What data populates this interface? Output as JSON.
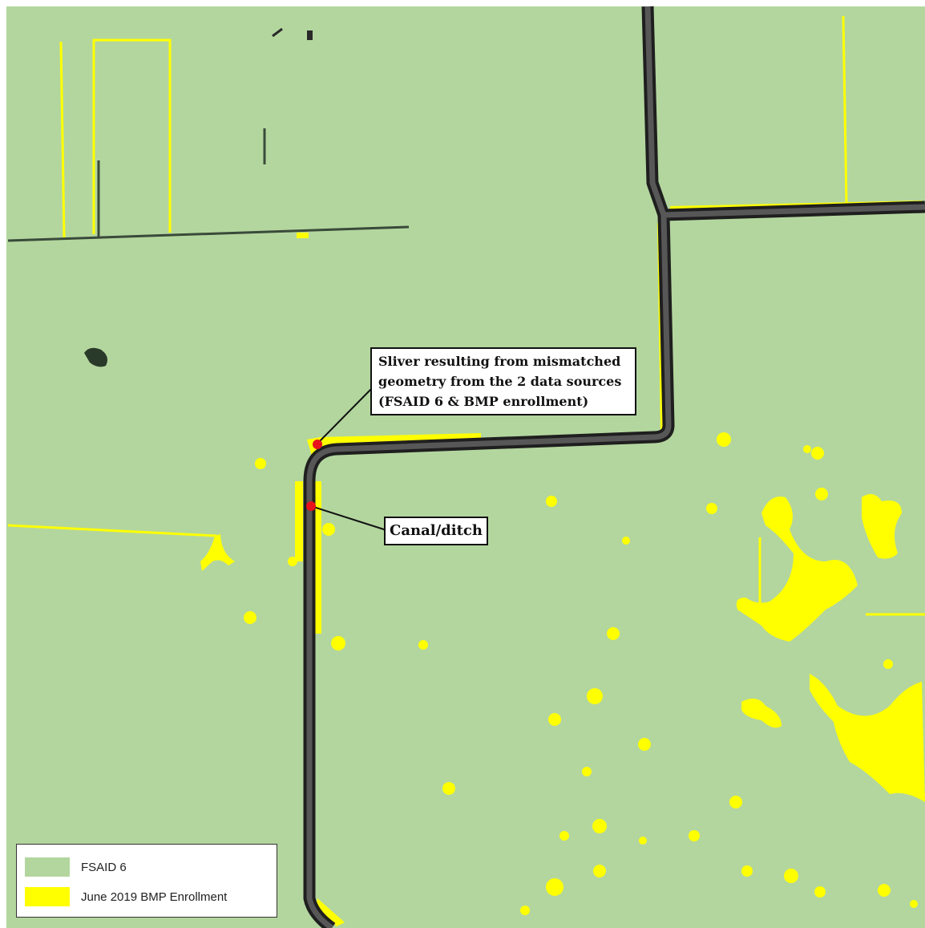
{
  "map": {
    "colors": {
      "land": "#b3d69e",
      "enrollment": "#ffff00",
      "road": "#3a3a3a",
      "road_edge": "#1f1f1f",
      "marker": "#e8131b"
    }
  },
  "callouts": {
    "sliver": {
      "line1": "Sliver resulting from mismatched",
      "line2": "geometry from the 2 data sources",
      "line3": "(FSAID 6 & BMP enrollment)"
    },
    "canal": {
      "label": "Canal/ditch"
    }
  },
  "legend": {
    "items": [
      {
        "label": "FSAID 6",
        "color": "#b3d69e"
      },
      {
        "label": "June 2019 BMP Enrollment",
        "color": "#ffff00"
      }
    ]
  }
}
